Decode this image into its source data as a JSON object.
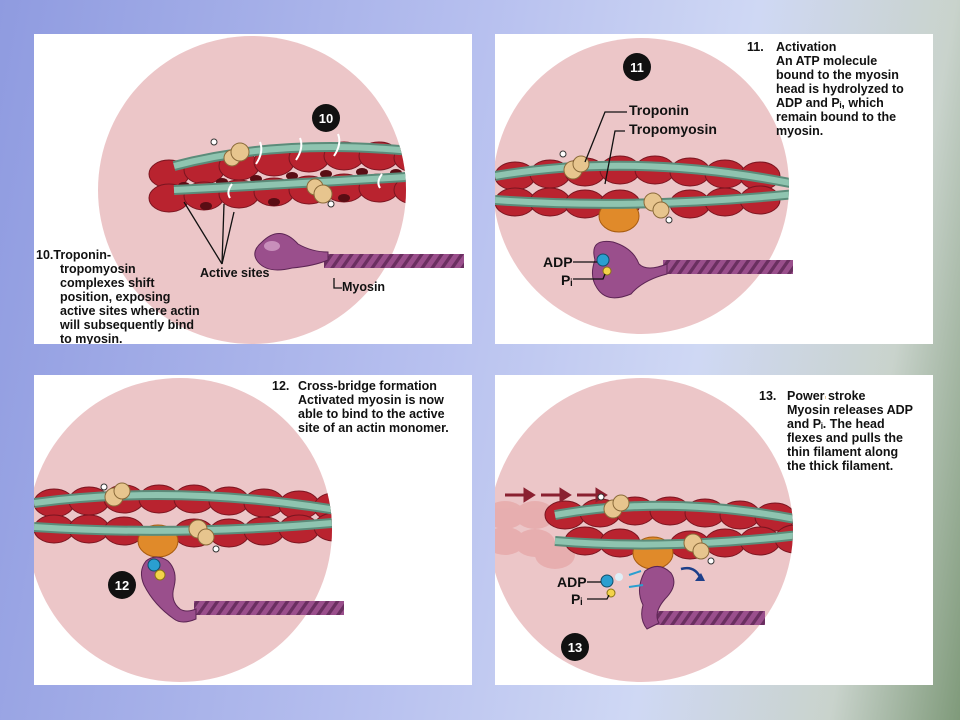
{
  "colors": {
    "circle_bg": "#ecc6c8",
    "actin": "#b9232f",
    "tropomyosin": "#7fb3a0",
    "troponin": "#e7c58e",
    "myosin": "#9a4f8c",
    "atp_blue": "#2a9fd0",
    "pi_yellow": "#f3d34a"
  },
  "panel10": {
    "badge": "10",
    "step_number": "10.",
    "desc": [
      "Troponin-",
      "tropomyosin",
      "complexes shift",
      "position, exposing",
      "active sites where actin",
      "will subsequently bind",
      "to myosin."
    ],
    "label_active_sites": "Active sites",
    "label_myosin": "Myosin"
  },
  "panel11": {
    "badge": "11",
    "step_number": "11.",
    "title": "Activation",
    "desc_lines": [
      "An ATP molecule",
      "bound to the myosin",
      "head is hydrolyzed to",
      "ADP and Pᵢ, which",
      "remain bound to the",
      "myosin."
    ],
    "label_troponin": "Troponin",
    "label_tropomyosin": "Tropomyosin",
    "label_adp": "ADP",
    "label_pi": "Pᵢ"
  },
  "panel12": {
    "badge": "12",
    "step_number": "12.",
    "title": "Cross-bridge formation",
    "desc_lines": [
      "Activated myosin is now",
      "able to bind to the active",
      "site of an actin monomer."
    ]
  },
  "panel13": {
    "badge": "13",
    "step_number": "13.",
    "title": "Power stroke",
    "desc_lines": [
      "Myosin releases ADP",
      "and Pᵢ. The head",
      "flexes and pulls the",
      "thin filament along",
      "the thick filament."
    ],
    "label_adp": "ADP",
    "label_pi": "Pᵢ"
  }
}
